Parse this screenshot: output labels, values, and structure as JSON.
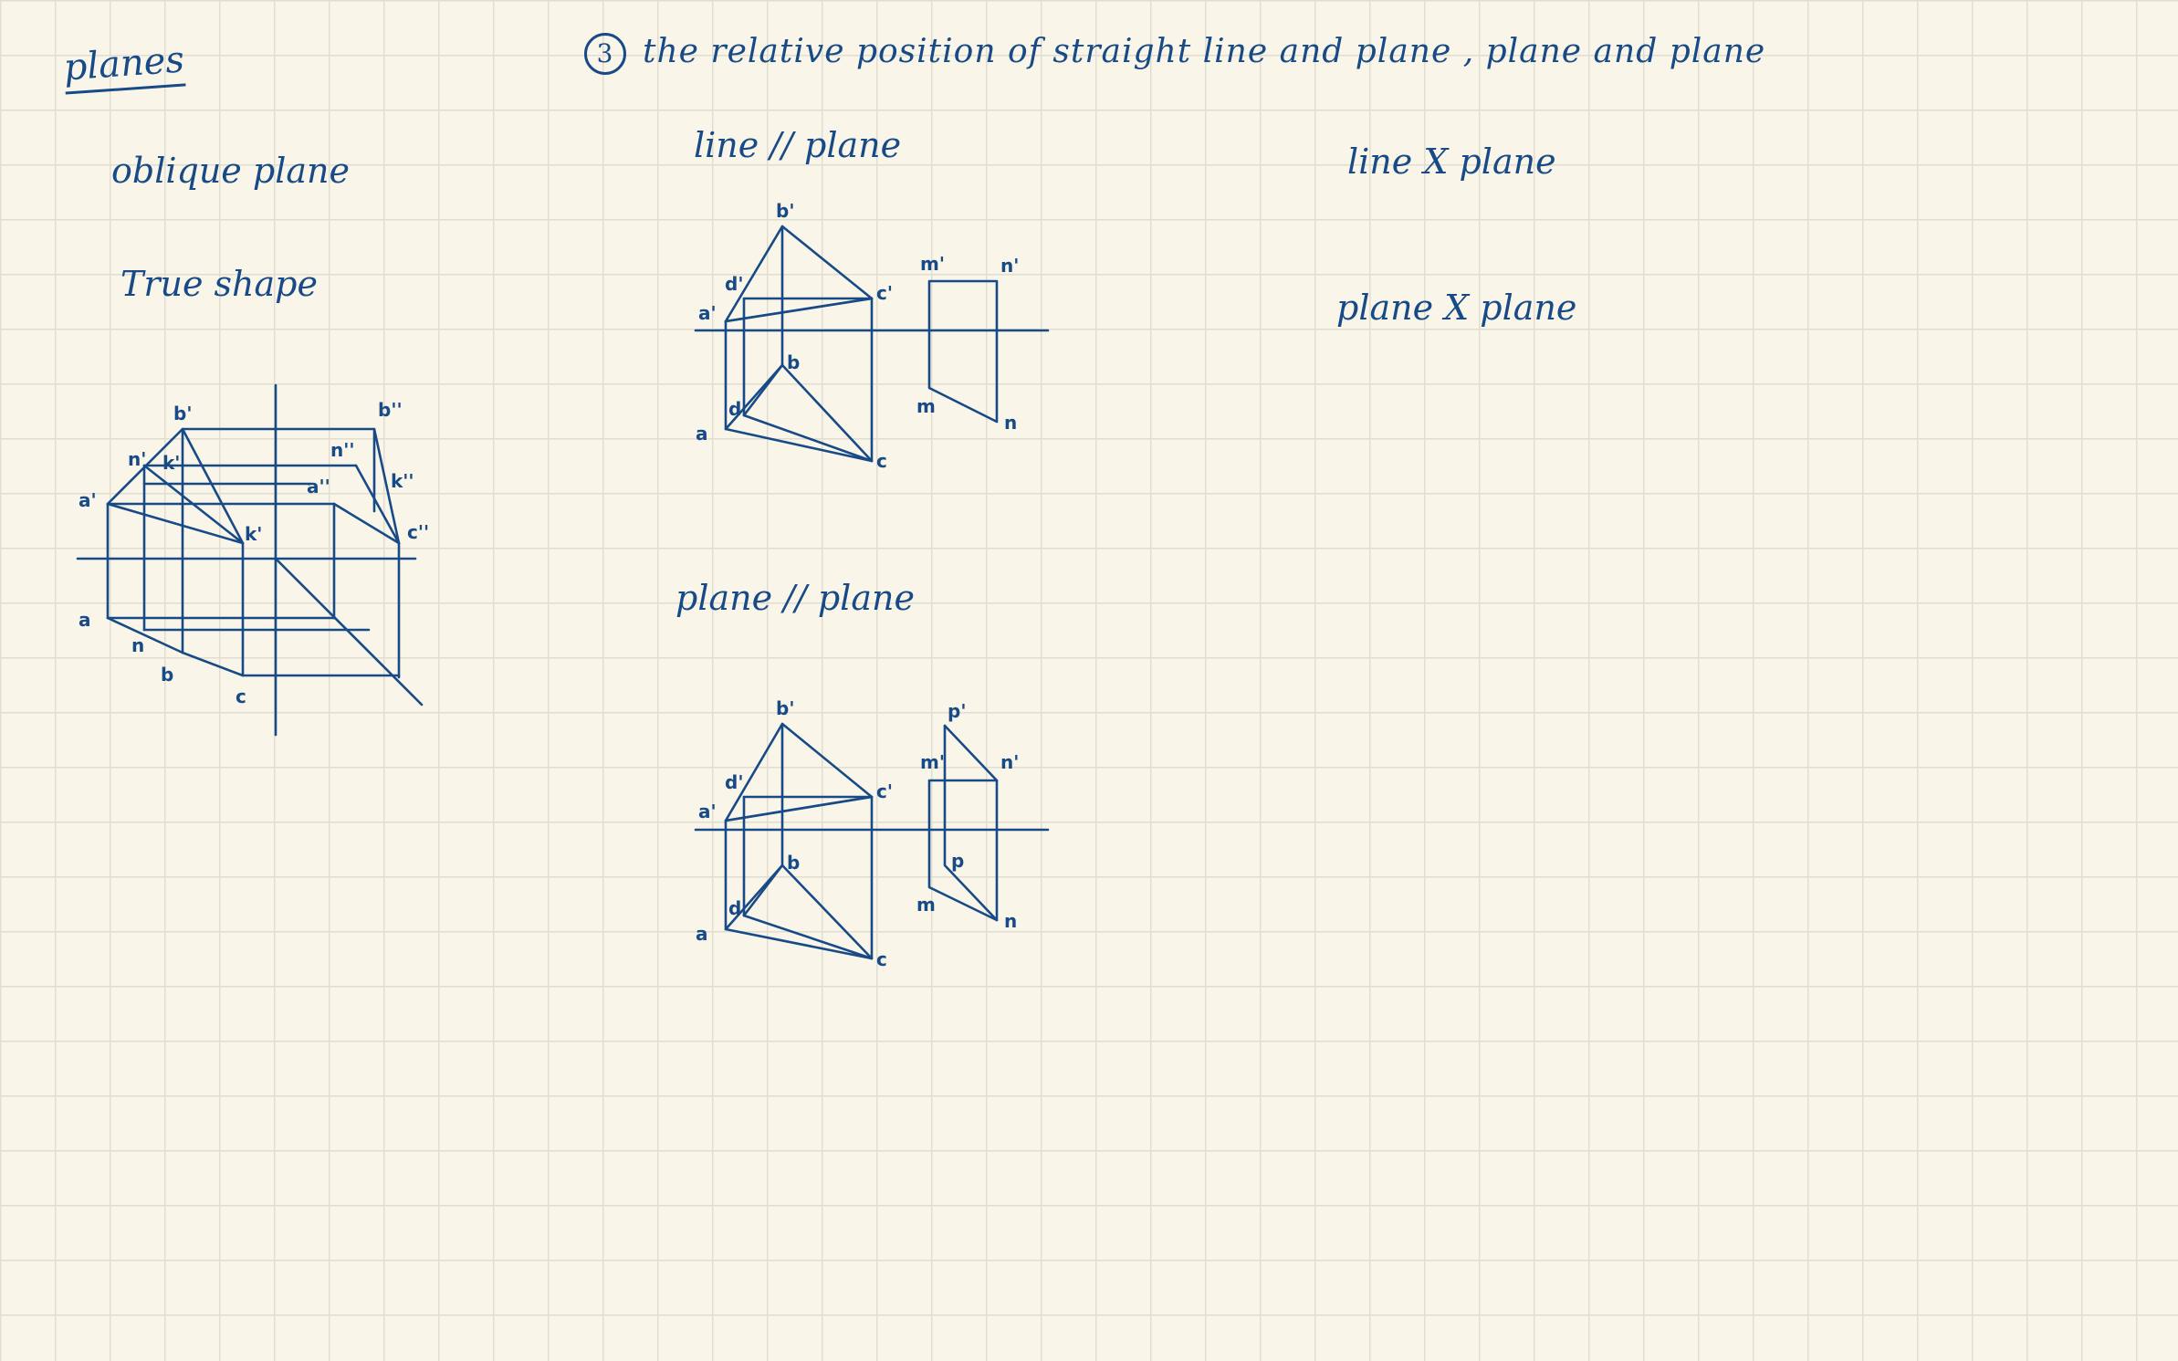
{
  "notes": {
    "heading": "planes",
    "left_items": [
      "oblique plane",
      "True shape"
    ],
    "section_number": "3",
    "section_title": "the relative position of straight line and plane , plane and plane",
    "left_column_headings": [
      "line // plane",
      "plane // plane"
    ],
    "right_column_headings": [
      "line X plane",
      "plane X plane"
    ]
  },
  "figures": {
    "true_shape": {
      "labels": [
        "b'",
        "b''",
        "n'",
        "k'",
        "n''",
        "a'",
        "a''",
        "k''",
        "c''",
        "k'",
        "a",
        "n",
        "b",
        "c"
      ]
    },
    "line_parallel": {
      "labels": [
        "b'",
        "d'",
        "a'",
        "c'",
        "m'",
        "n'",
        "b",
        "d",
        "a",
        "c",
        "m",
        "n"
      ]
    },
    "plane_parallel": {
      "labels": [
        "b'",
        "d'",
        "a'",
        "c'",
        "m'",
        "n'",
        "p'",
        "b",
        "d",
        "a",
        "c",
        "m",
        "n",
        "p"
      ]
    }
  },
  "colors": {
    "ink": "#174a86",
    "paper": "#f9f6e9",
    "grid": "#e1ded1"
  }
}
